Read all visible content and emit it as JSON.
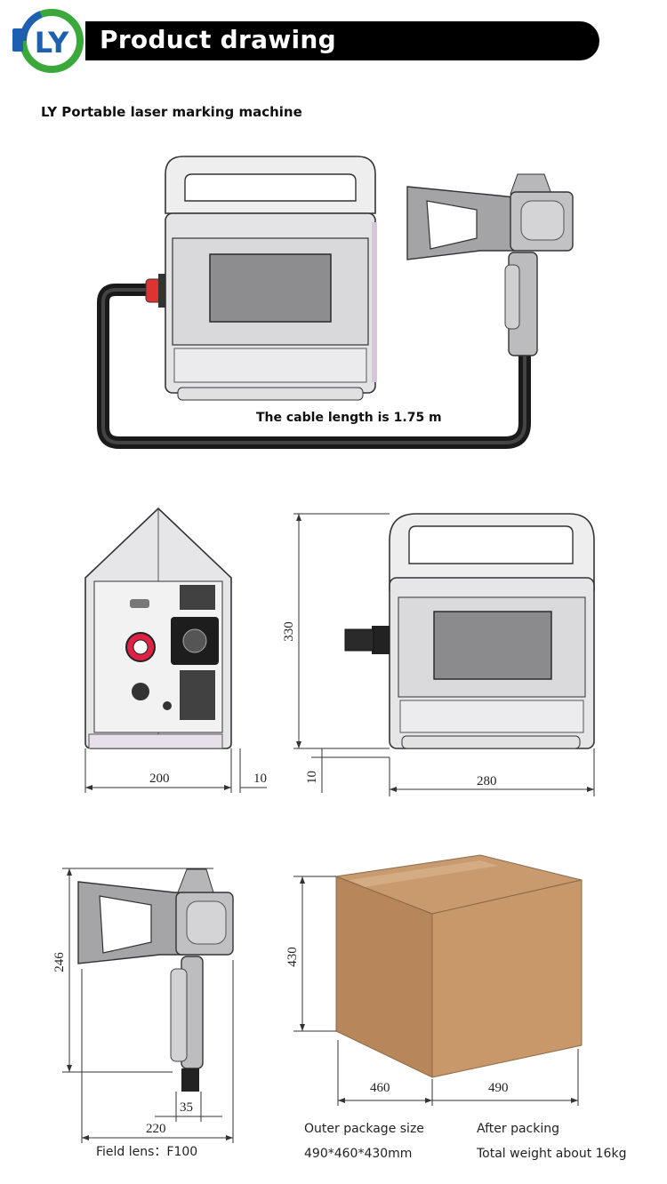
{
  "header": {
    "logo_text": "LY",
    "title": "Product drawing",
    "colors": {
      "logo_green": "#3aa83a",
      "logo_blue": "#1f5fb0",
      "banner": "#000000"
    }
  },
  "subtitle": "LY Portable laser marking machine",
  "cable_note": "The cable length is 1.75 m",
  "dimensions": {
    "side_width": "200",
    "side_offset": "10",
    "front_height": "330",
    "front_foot": "10",
    "front_width": "280",
    "gun_height": "246",
    "gun_nozzle": "35",
    "gun_length": "220",
    "box_height": "430",
    "box_depth": "460",
    "box_width": "490"
  },
  "captions": {
    "field_lens": "Field lens：F100",
    "package_label": "Outer package size",
    "package_value": "490*460*430mm",
    "packing_label": "After packing",
    "packing_value": "Total weight about 16kg"
  }
}
